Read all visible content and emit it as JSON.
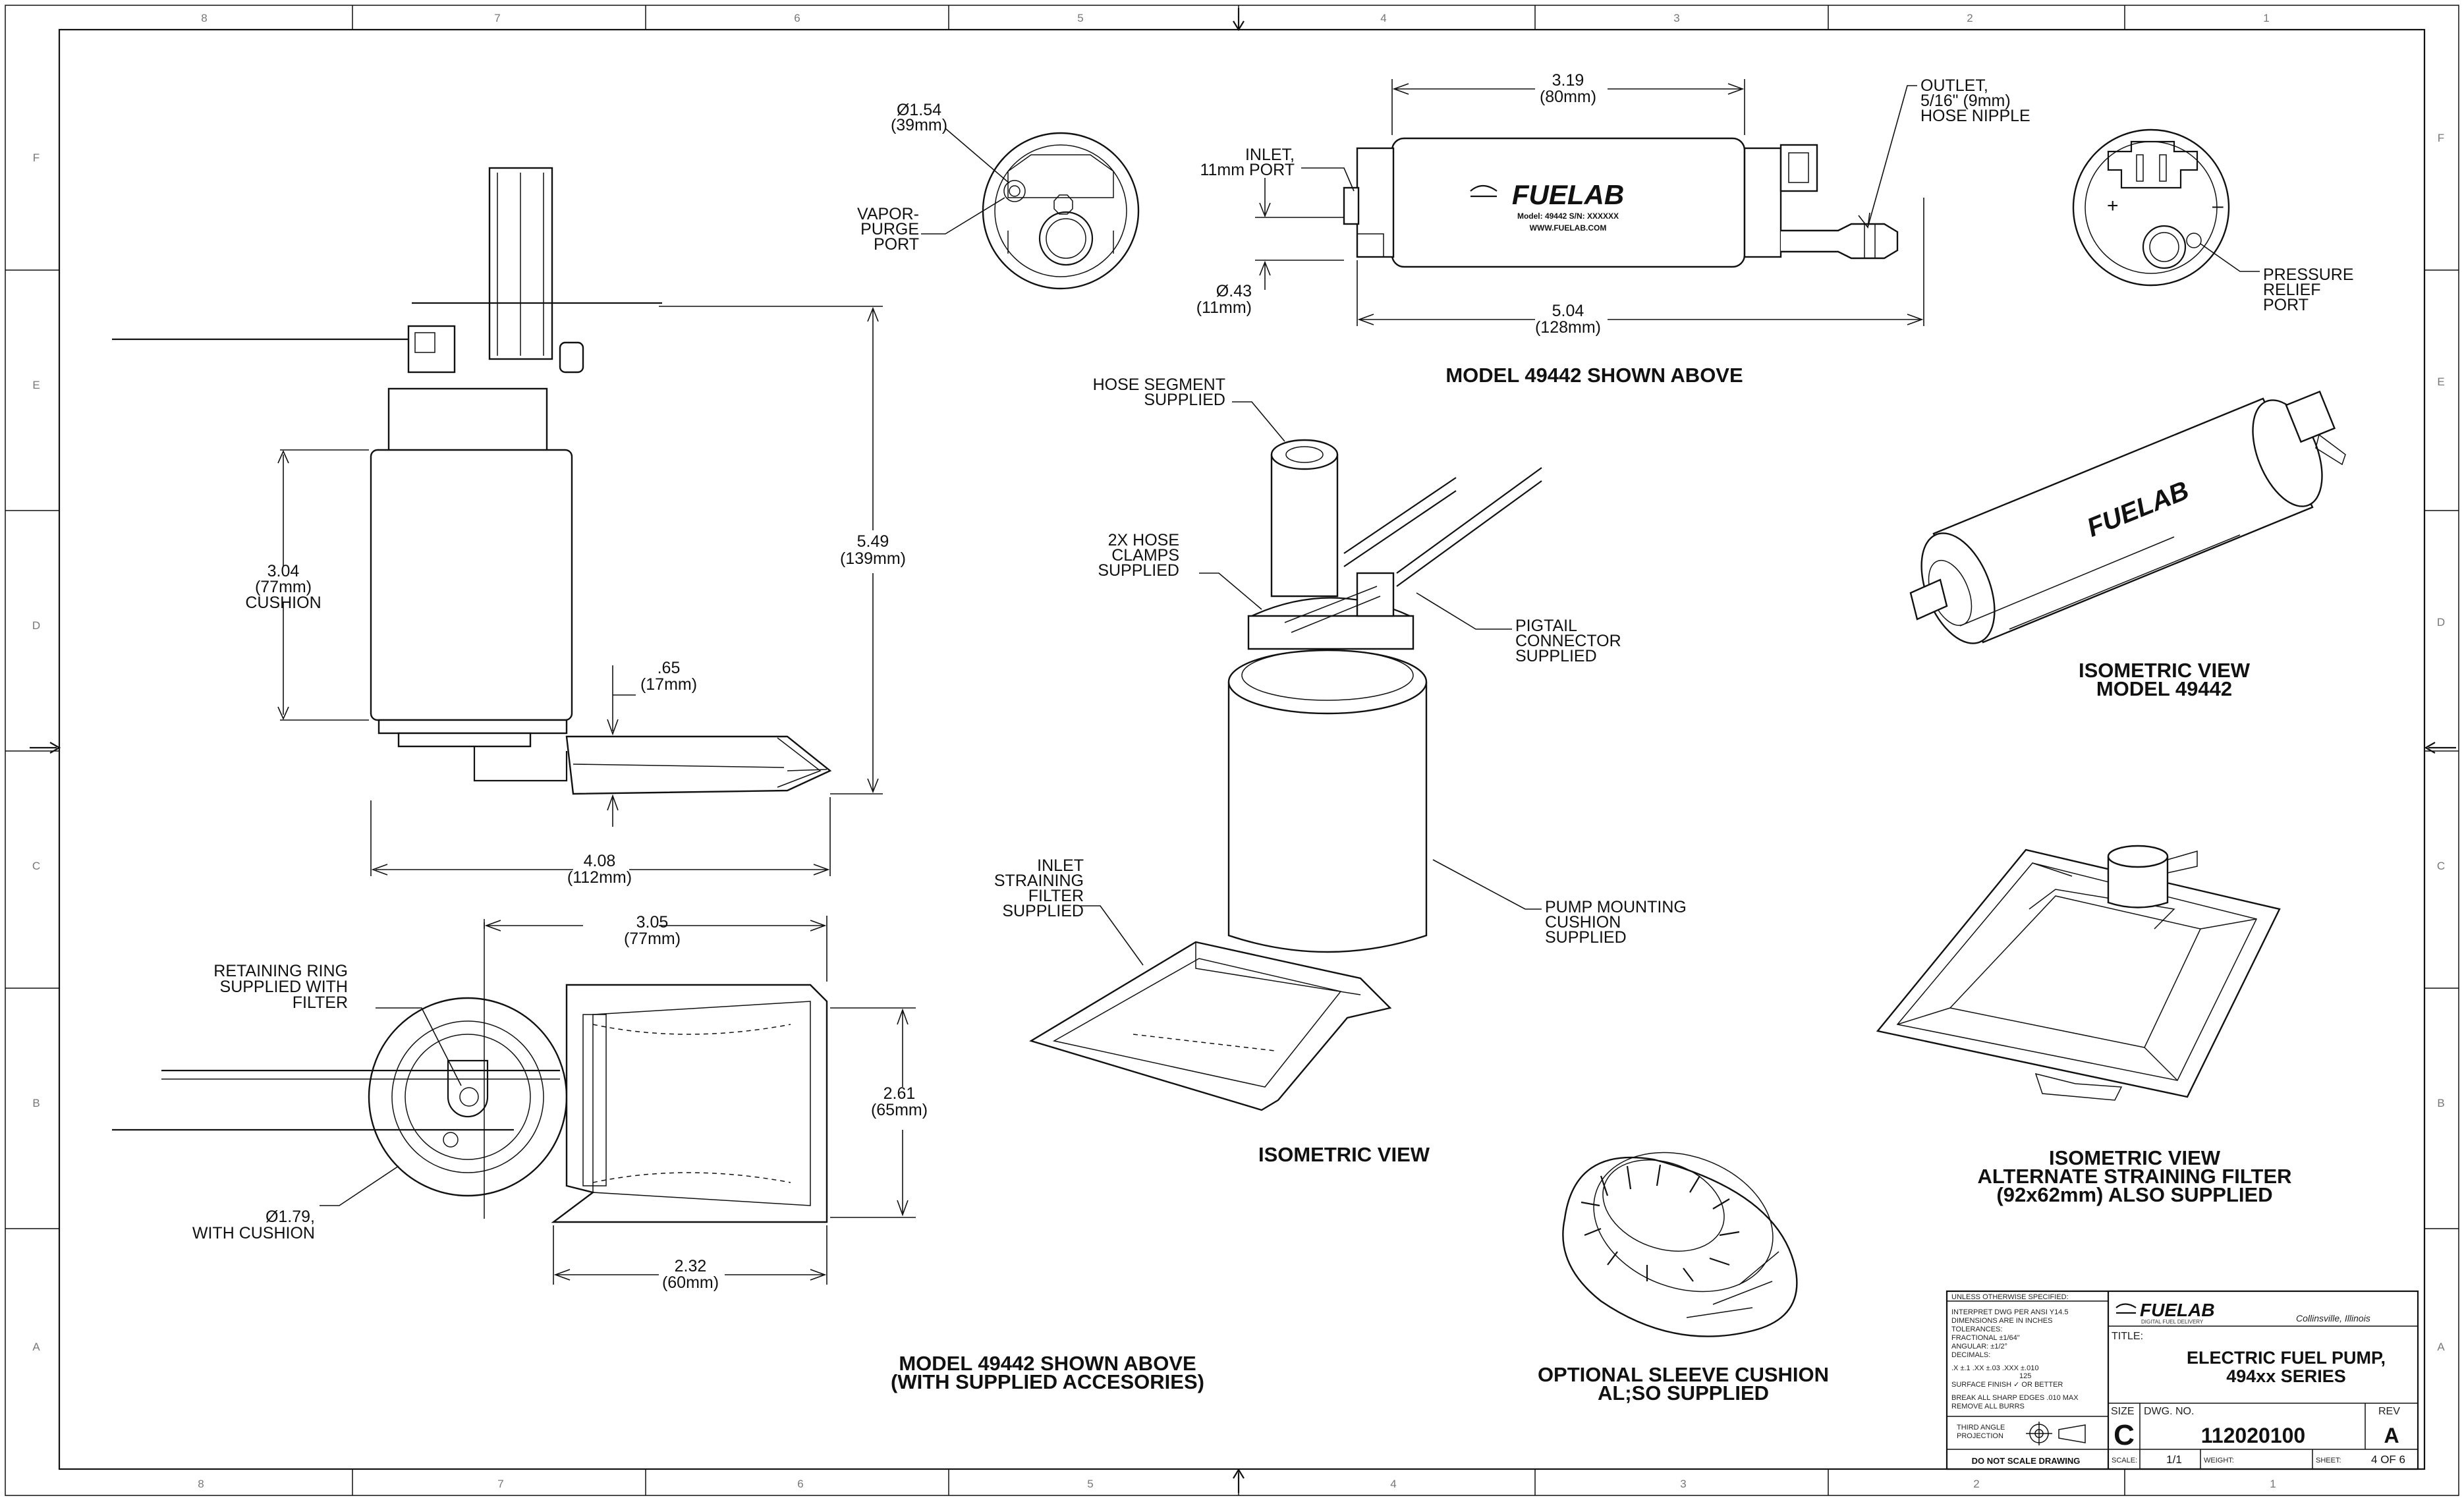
{
  "drawing": {
    "zones": {
      "columns_top": [
        "8",
        "7",
        "6",
        "5",
        "4",
        "3",
        "2",
        "1"
      ],
      "columns_bottom": [
        "8",
        "7",
        "6",
        "5",
        "4",
        "3",
        "2",
        "1"
      ],
      "rows": [
        "F",
        "E",
        "D",
        "C",
        "B",
        "A"
      ]
    },
    "side_view": {
      "height_cushion": [
        "3.04",
        "(77mm)",
        "CUSHION"
      ],
      "height_total": [
        "5.49",
        "(139mm)"
      ],
      "filter_height": [
        ".65",
        "(17mm)"
      ],
      "width_total": [
        "4.08",
        "(112mm)"
      ]
    },
    "bottom_view": {
      "retaining_ring": [
        "RETAINING RING",
        "SUPPLIED WITH",
        "FILTER"
      ],
      "diameter_cushion": [
        "Ø1.79,",
        "WITH CUSHION"
      ],
      "filter_length": [
        "3.05",
        "(77mm)"
      ],
      "filter_width": [
        "2.61",
        "(65mm)"
      ],
      "filter_depth": [
        "2.32",
        "(60mm)"
      ],
      "caption": [
        "MODEL 49442 SHOWN ABOVE",
        "(WITH SUPPLIED ACCESORIES)"
      ]
    },
    "end_view": {
      "diameter": [
        "Ø1.54",
        "(39mm)"
      ],
      "vapor_purge": [
        "VAPOR-",
        "PURGE",
        "PORT"
      ]
    },
    "pump_view": {
      "length_body": [
        "3.19",
        "(80mm)"
      ],
      "inlet": [
        "INLET,",
        "11mm PORT"
      ],
      "inlet_dia": [
        "Ø.43",
        "(11mm)"
      ],
      "length_total": [
        "5.04",
        "(128mm)"
      ],
      "outlet": [
        "OUTLET,",
        "5/16\" (9mm)",
        "HOSE NIPPLE"
      ],
      "brand": "FUELAB",
      "model_line": "Model: 49442     S/N: XXXXXX",
      "url": "WWW.FUELAB.COM",
      "caption": "MODEL 49442 SHOWN ABOVE"
    },
    "outlet_end_view": {
      "plus": "+",
      "minus": "–",
      "relief": [
        "PRESSURE",
        "RELIEF",
        "PORT"
      ]
    },
    "isometric_assembly": {
      "hose": [
        "HOSE SEGMENT",
        "SUPPLIED"
      ],
      "clamps": [
        "2X HOSE",
        "CLAMPS",
        "SUPPLIED"
      ],
      "pigtail": [
        "PIGTAIL",
        "CONNECTOR",
        "SUPPLIED"
      ],
      "inlet_filter": [
        "INLET",
        "STRAINING",
        "FILTER",
        "SUPPLIED"
      ],
      "cushion": [
        "PUMP MOUNTING",
        "CUSHION",
        "SUPPLIED"
      ],
      "caption": "ISOMETRIC VIEW"
    },
    "isometric_pump": {
      "caption": [
        "ISOMETRIC VIEW",
        "MODEL 49442"
      ]
    },
    "isometric_filter": {
      "caption": [
        "ISOMETRIC VIEW",
        "ALTERNATE STRAINING FILTER",
        "(92x62mm) ALSO SUPPLIED"
      ]
    },
    "sleeve": {
      "caption": [
        "OPTIONAL SLEEVE CUSHION",
        "AL;SO SUPPLIED"
      ]
    }
  },
  "title_block": {
    "spec_header": "UNLESS OTHERWISE SPECIFIED:",
    "spec_lines": [
      "INTERPRET DWG PER ANSI Y14.5",
      "DIMENSIONS ARE IN INCHES",
      "TOLERANCES:",
      "FRACTIONAL ±1/64\"",
      "ANGULAR: ±1/2°",
      "DECIMALS:",
      ".X ±.1   .XX ±.03   .XXX ±.010",
      "SURFACE FINISH  ✓  OR BETTER",
      "BREAK ALL SHARP EDGES .010 MAX",
      "REMOVE ALL BURRS"
    ],
    "finish_value": "125",
    "projection": [
      "THIRD ANGLE",
      "PROJECTION"
    ],
    "no_scale": "DO NOT SCALE DRAWING",
    "company": "FUELAB",
    "company_tagline": "DIGITAL FUEL DELIVERY",
    "location": "Collinsville, Illinois",
    "title_label": "TITLE:",
    "title": [
      "ELECTRIC FUEL PUMP,",
      "494xx SERIES"
    ],
    "size_label": "SIZE",
    "size": "C",
    "dwg_label": "DWG. NO.",
    "dwg_no": "112020100",
    "rev_label": "REV",
    "rev": "A",
    "scale_label": "SCALE:",
    "scale": "1/1",
    "weight_label": "WEIGHT:",
    "weight": "",
    "sheet_label": "SHEET:",
    "sheet": "4 OF 6"
  }
}
